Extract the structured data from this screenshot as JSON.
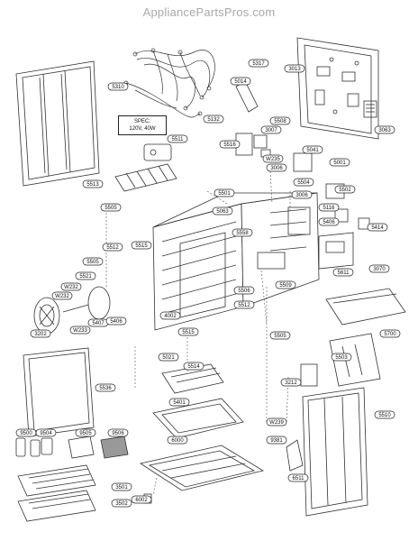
{
  "watermark": "AppliancePartsPros.com",
  "spec_box": {
    "line1": "SPEC:",
    "line2": "120V, 40W"
  },
  "parts": [
    {
      "id": "p5310",
      "label": "5310"
    },
    {
      "id": "p5317",
      "label": "5317"
    },
    {
      "id": "p3013",
      "label": "3013"
    },
    {
      "id": "p5014",
      "label": "5014"
    },
    {
      "id": "p5132",
      "label": "5132"
    },
    {
      "id": "p5508",
      "label": "5508"
    },
    {
      "id": "p3007",
      "label": "3007"
    },
    {
      "id": "p3063",
      "label": "3063"
    },
    {
      "id": "p5516",
      "label": "5516"
    },
    {
      "id": "p5511",
      "label": "5511"
    },
    {
      "id": "pW235",
      "label": "W235"
    },
    {
      "id": "p5041",
      "label": "5041"
    },
    {
      "id": "p5001",
      "label": "5001"
    },
    {
      "id": "p3006a",
      "label": "3006"
    },
    {
      "id": "p5513",
      "label": "5513"
    },
    {
      "id": "p5504",
      "label": "5504"
    },
    {
      "id": "p5501",
      "label": "5501"
    },
    {
      "id": "p3006b",
      "label": "3006"
    },
    {
      "id": "p5502",
      "label": "5502"
    },
    {
      "id": "p5505a",
      "label": "5505"
    },
    {
      "id": "p5063",
      "label": "5063"
    },
    {
      "id": "p5116",
      "label": "5116"
    },
    {
      "id": "p5406a",
      "label": "5406"
    },
    {
      "id": "p5414",
      "label": "5414"
    },
    {
      "id": "p5558",
      "label": "5558"
    },
    {
      "id": "p5512a",
      "label": "5512"
    },
    {
      "id": "p5515a",
      "label": "5515"
    },
    {
      "id": "p5611",
      "label": "5611"
    },
    {
      "id": "p3070",
      "label": "3070"
    },
    {
      "id": "p5505b",
      "label": "5505"
    },
    {
      "id": "p5521",
      "label": "5521"
    },
    {
      "id": "pW232a",
      "label": "W232"
    },
    {
      "id": "pW232b",
      "label": "W232"
    },
    {
      "id": "p5509",
      "label": "5509"
    },
    {
      "id": "p5506",
      "label": "5506"
    },
    {
      "id": "p5512b",
      "label": "5512"
    },
    {
      "id": "p4002",
      "label": "4002"
    },
    {
      "id": "p3202",
      "label": "3202"
    },
    {
      "id": "pW233",
      "label": "W233"
    },
    {
      "id": "p5407",
      "label": "5407"
    },
    {
      "id": "p5406b",
      "label": "5406"
    },
    {
      "id": "p5515b",
      "label": "5515"
    },
    {
      "id": "p5505c",
      "label": "5505"
    },
    {
      "id": "p5700",
      "label": "5700"
    },
    {
      "id": "p5021",
      "label": "5021"
    },
    {
      "id": "p5514",
      "label": "5514"
    },
    {
      "id": "p5503",
      "label": "5503"
    },
    {
      "id": "p5536",
      "label": "5536"
    },
    {
      "id": "p3212",
      "label": "3212"
    },
    {
      "id": "p5401",
      "label": "5401"
    },
    {
      "id": "p5510",
      "label": "5510"
    },
    {
      "id": "p9500",
      "label": "9500"
    },
    {
      "id": "p9504",
      "label": "9504"
    },
    {
      "id": "p9505",
      "label": "9505"
    },
    {
      "id": "p9506",
      "label": "9506"
    },
    {
      "id": "pW239",
      "label": "W239"
    },
    {
      "id": "p6000",
      "label": "6000"
    },
    {
      "id": "p9381",
      "label": "9381"
    },
    {
      "id": "p6511",
      "label": "6511"
    },
    {
      "id": "p3501",
      "label": "3501"
    },
    {
      "id": "p3502",
      "label": "3502"
    },
    {
      "id": "p6002",
      "label": "6002"
    }
  ]
}
